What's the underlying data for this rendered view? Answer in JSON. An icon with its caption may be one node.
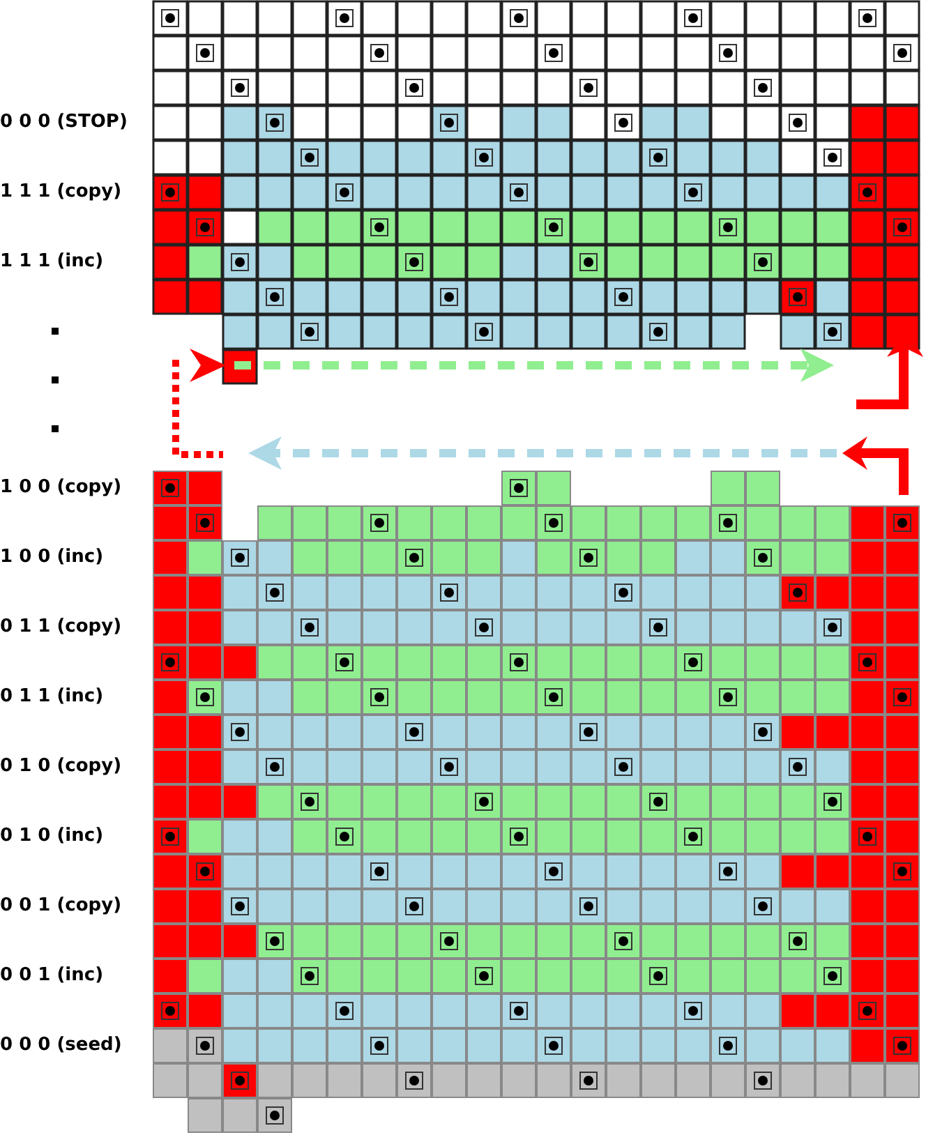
{
  "diagram": {
    "labels": [
      "0 0 0 (STOP)",
      "1 1 1 (copy)",
      "1 1 1 (inc)",
      "1 0 0 (copy)",
      "1 0 0 (inc)",
      "0 1 1 (copy)",
      "0 1 1 (inc)",
      "0 1 0 (copy)",
      "0 1 0 (inc)",
      "0 0 1 (copy)",
      "0 0 1 (inc)",
      "0 0 0 (seed)"
    ]
  }
}
